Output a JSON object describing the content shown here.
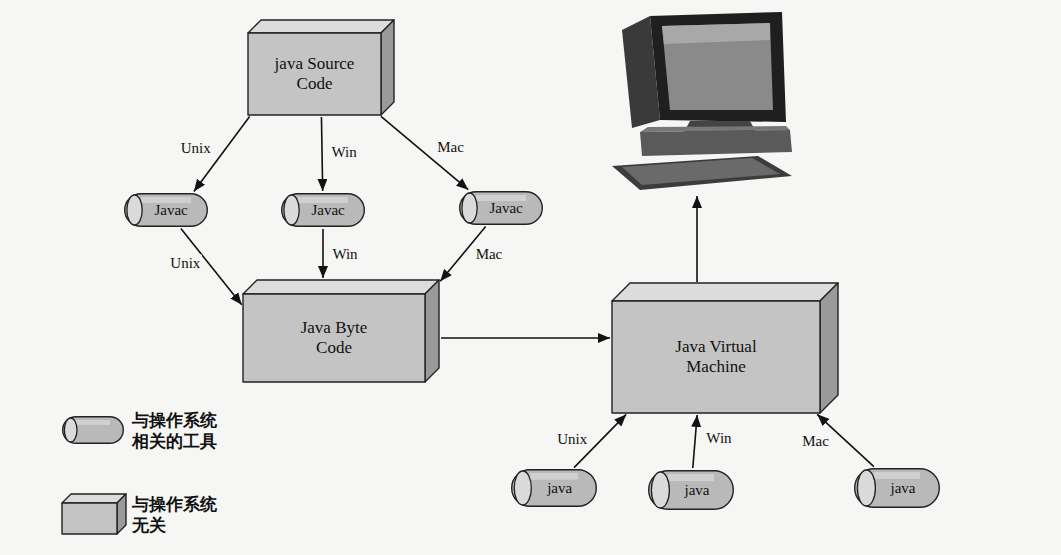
{
  "diagram": {
    "nodes": [
      {
        "text": [
          "java Source Code"
        ]
      },
      {
        "text": [
          "Javac"
        ]
      },
      {
        "text": [
          "Javac"
        ]
      },
      {
        "text": [
          "Javac"
        ]
      },
      {
        "text": [
          "Java Byte Code"
        ]
      },
      {
        "text": [
          "Java Virtual Machine"
        ]
      },
      {
        "text": [
          "java"
        ]
      },
      {
        "text": [
          "java"
        ]
      },
      {
        "text": [
          "java"
        ]
      }
    ],
    "edges": [
      {
        "from": 0,
        "to": 1,
        "arrow": "to",
        "label": "Unix"
      },
      {
        "from": 0,
        "to": 2,
        "arrow": "to",
        "label": "Win"
      },
      {
        "from": 0,
        "to": 3,
        "arrow": "to",
        "label": "Mac"
      },
      {
        "from": 1,
        "to": 4,
        "arrow": "to",
        "label": "Unix"
      },
      {
        "from": 2,
        "to": 4,
        "arrow": "to",
        "label": "Win"
      },
      {
        "from": 3,
        "to": 4,
        "arrow": "to",
        "label": "Mac"
      },
      {
        "from": 4,
        "to": 5,
        "arrow": "to"
      },
      {
        "from": 6,
        "to": 5,
        "arrow": "to",
        "label": "Unix"
      },
      {
        "from": 7,
        "to": 5,
        "arrow": "to",
        "label": "Win"
      },
      {
        "from": 8,
        "to": 5,
        "arrow": "to",
        "label": "Mac"
      }
    ],
    "legend": [
      {
        "text": "与操作系统 相关的工具"
      },
      {
        "text": "与操作系统 无关"
      }
    ]
  }
}
